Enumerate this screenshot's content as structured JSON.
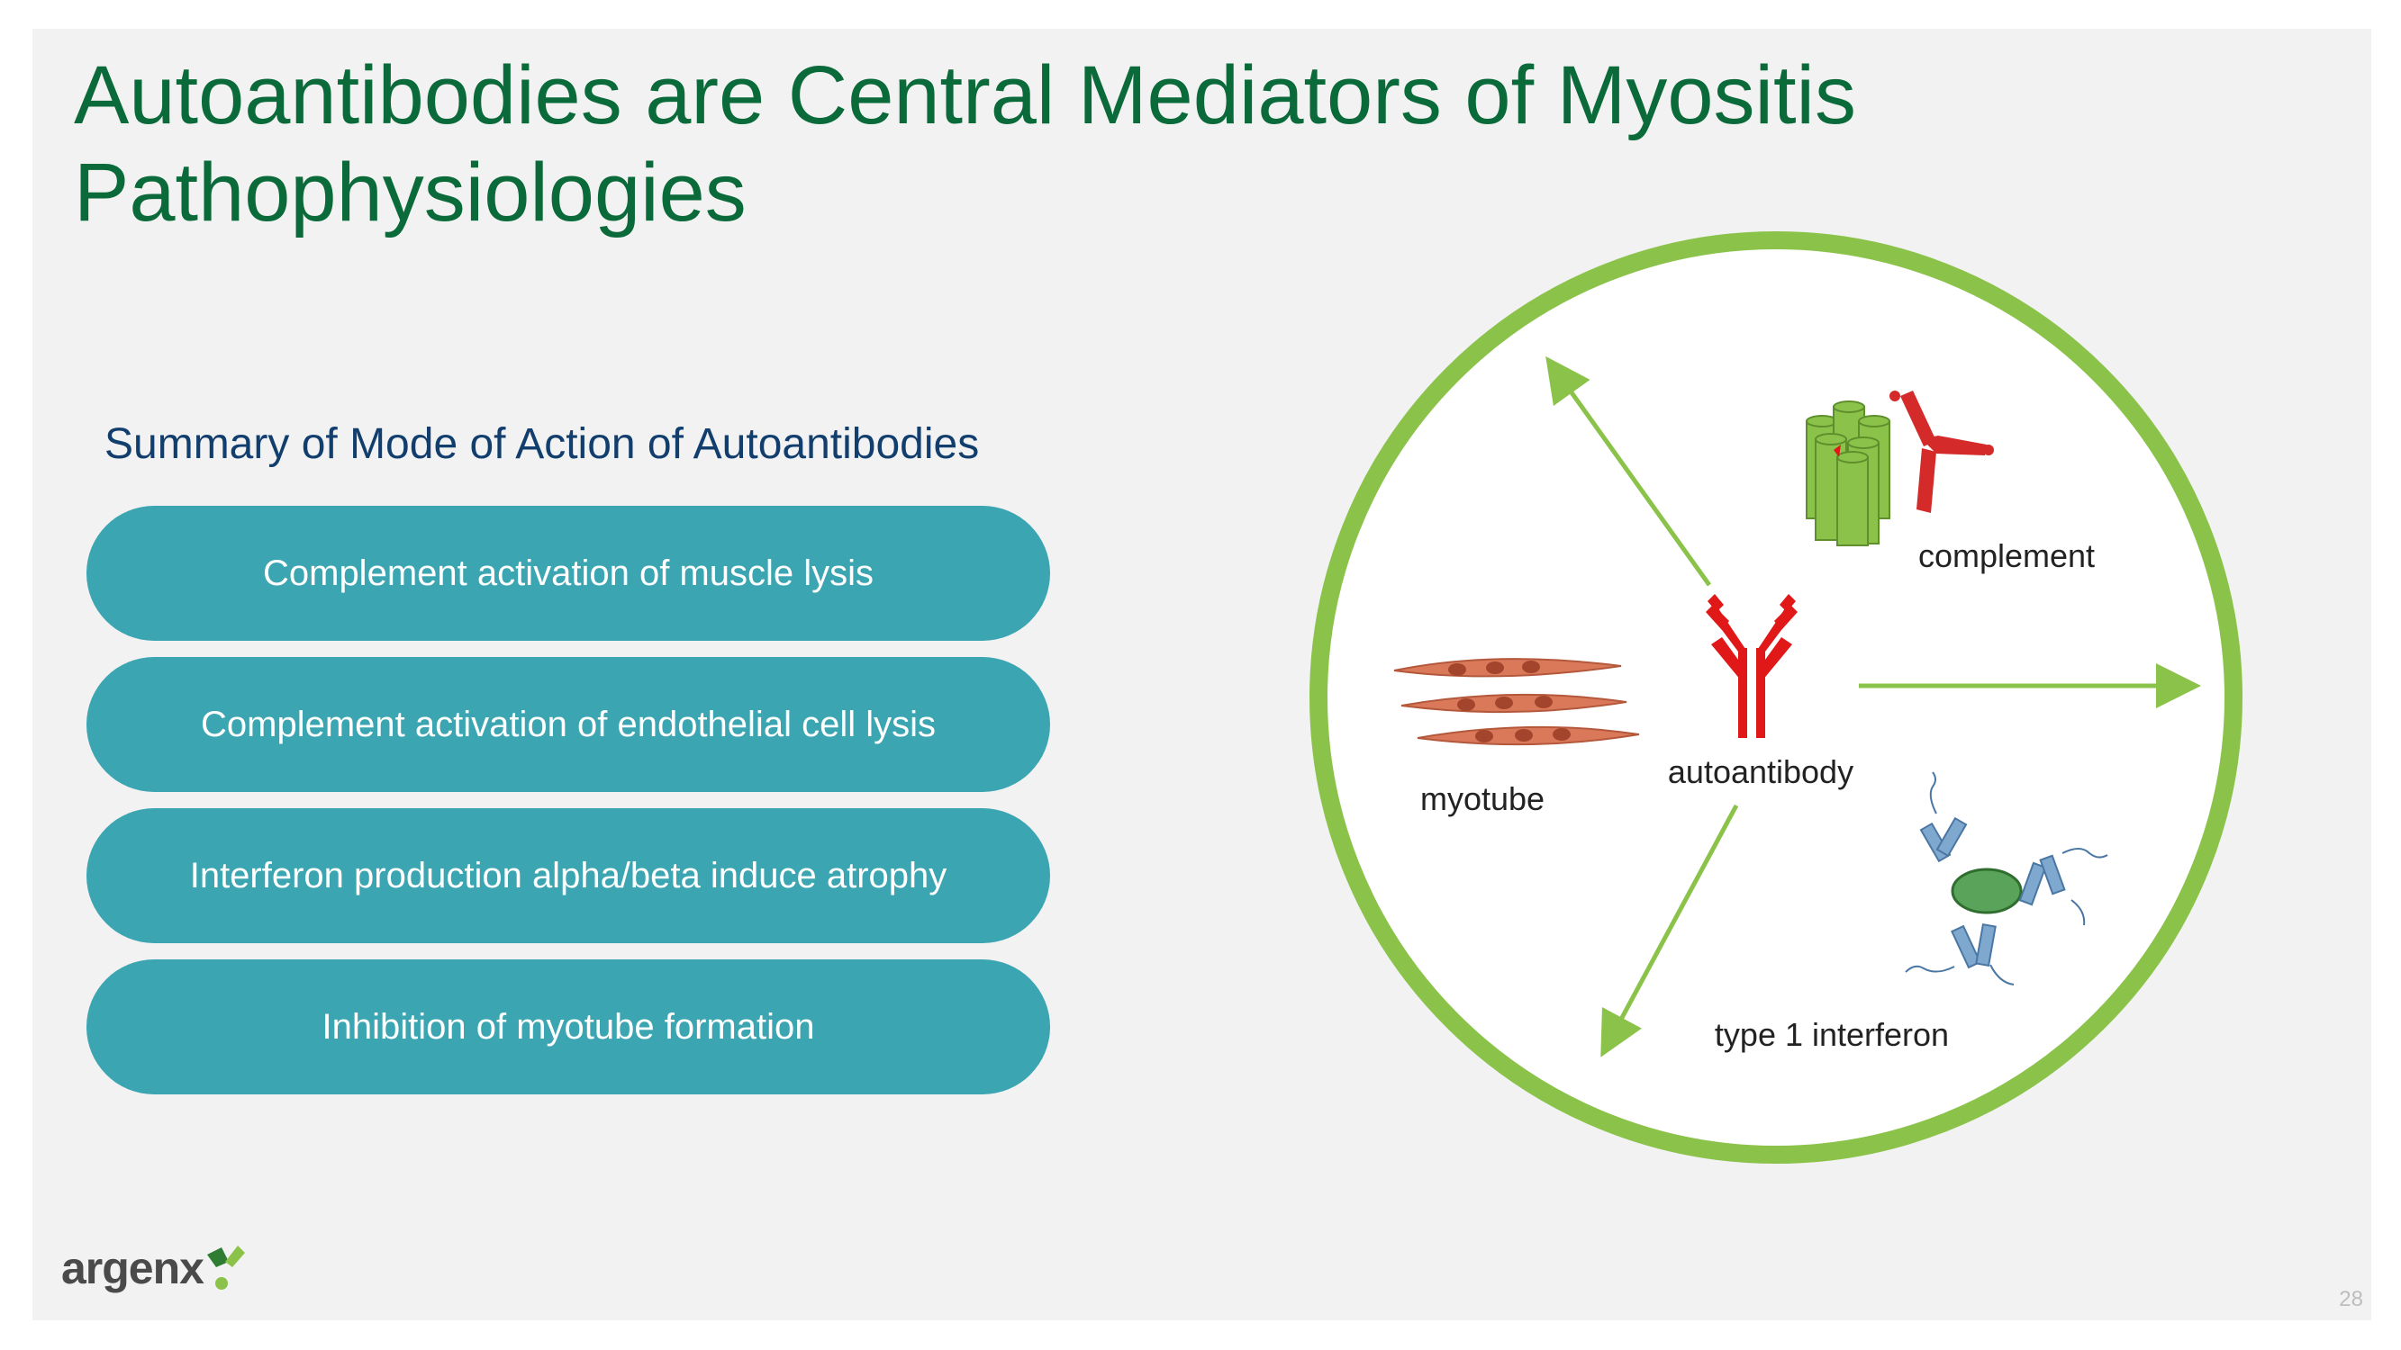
{
  "slide": {
    "title_line1": "Autoantibodies are Central Mediators of Myositis",
    "title_line2": "Pathophysiologies",
    "summary_heading": "Summary of Mode of Action of Autoantibodies",
    "modes": [
      "Complement activation of muscle lysis",
      "Complement activation of endothelial cell lysis",
      "Interferon production alpha/beta induce atrophy",
      "Inhibition of myotube formation"
    ],
    "page_number": "28"
  },
  "diagram": {
    "center_label": "autoantibody",
    "complement_label": "complement",
    "myotube_label": "myotube",
    "interferon_label": "type 1 interferon"
  },
  "logo": {
    "text": "argenx"
  },
  "colors": {
    "title": "#0b6a3a",
    "heading": "#123e6e",
    "pill": "#3ba5b2",
    "circle": "#8bc34a",
    "antibody": "#e01818"
  }
}
